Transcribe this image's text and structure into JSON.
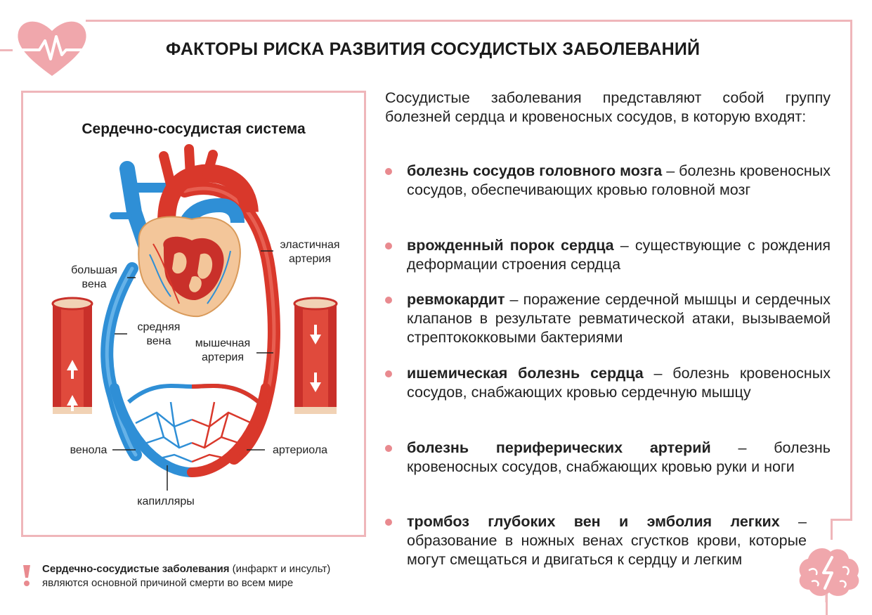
{
  "page": {
    "title": "ФАКТОРЫ РИСКА РАЗВИТИЯ СОСУДИСТЫХ ЗАБОЛЕВАНИЙ"
  },
  "diagram": {
    "title": "Сердечно-сосудистая система",
    "labels": {
      "elastic_artery_1": "эластичная",
      "elastic_artery_2": "артерия",
      "big_vein_1": "большая",
      "big_vein_2": "вена",
      "mid_vein_1": "средняя",
      "mid_vein_2": "вена",
      "muscle_artery_1": "мышечная",
      "muscle_artery_2": "артерия",
      "venule": "венола",
      "arteriole": "артериола",
      "capillaries": "капилляры"
    }
  },
  "intro": "Сосудистые заболевания представляют собой группу болезней сердца и кровеносных сосудов, в которую входят:",
  "risks": [
    {
      "term": "болезнь сосудов головного мозга",
      "desc": " – болезнь кровеносных сосудов, обеспечивающих кровью головной мозг"
    },
    {
      "term": "врожденный порок сердца",
      "desc": " – существующие с рождения деформации строения сердца"
    },
    {
      "term": "ревмокардит",
      "desc": " – поражение сердечной мышцы и сердечных клапанов в результате ревматической атаки, вызываемой стрептококковыми бактериями"
    },
    {
      "term": "ишемическая болезнь сердца",
      "desc": " – болезнь кровеносных сосудов, снабжающих кровью сердечную мышцу"
    },
    {
      "term": "болезнь периферических артерий",
      "desc": " – болезнь кровеносных сосудов, снабжающих кровью руки и ноги"
    },
    {
      "term": "тромбоз глубоких вен и эмболия легких",
      "desc": " – образование в ножных венах сгустков крови, которые могут смещаться и двигаться к сердцу и легким"
    }
  ],
  "footnote": {
    "bold": "Сердечно-сосудистые заболевания",
    "rest": " (инфаркт и инсульт) являются основной причиной смерти во всем мире"
  },
  "colors": {
    "accent_pink": "#efb6ba",
    "bullet": "#e98a8f",
    "artery_red": "#d9382b",
    "vein_blue": "#2f8fd6"
  },
  "icons": [
    "heart-pulse-icon",
    "warning-icon",
    "brain-icon"
  ]
}
